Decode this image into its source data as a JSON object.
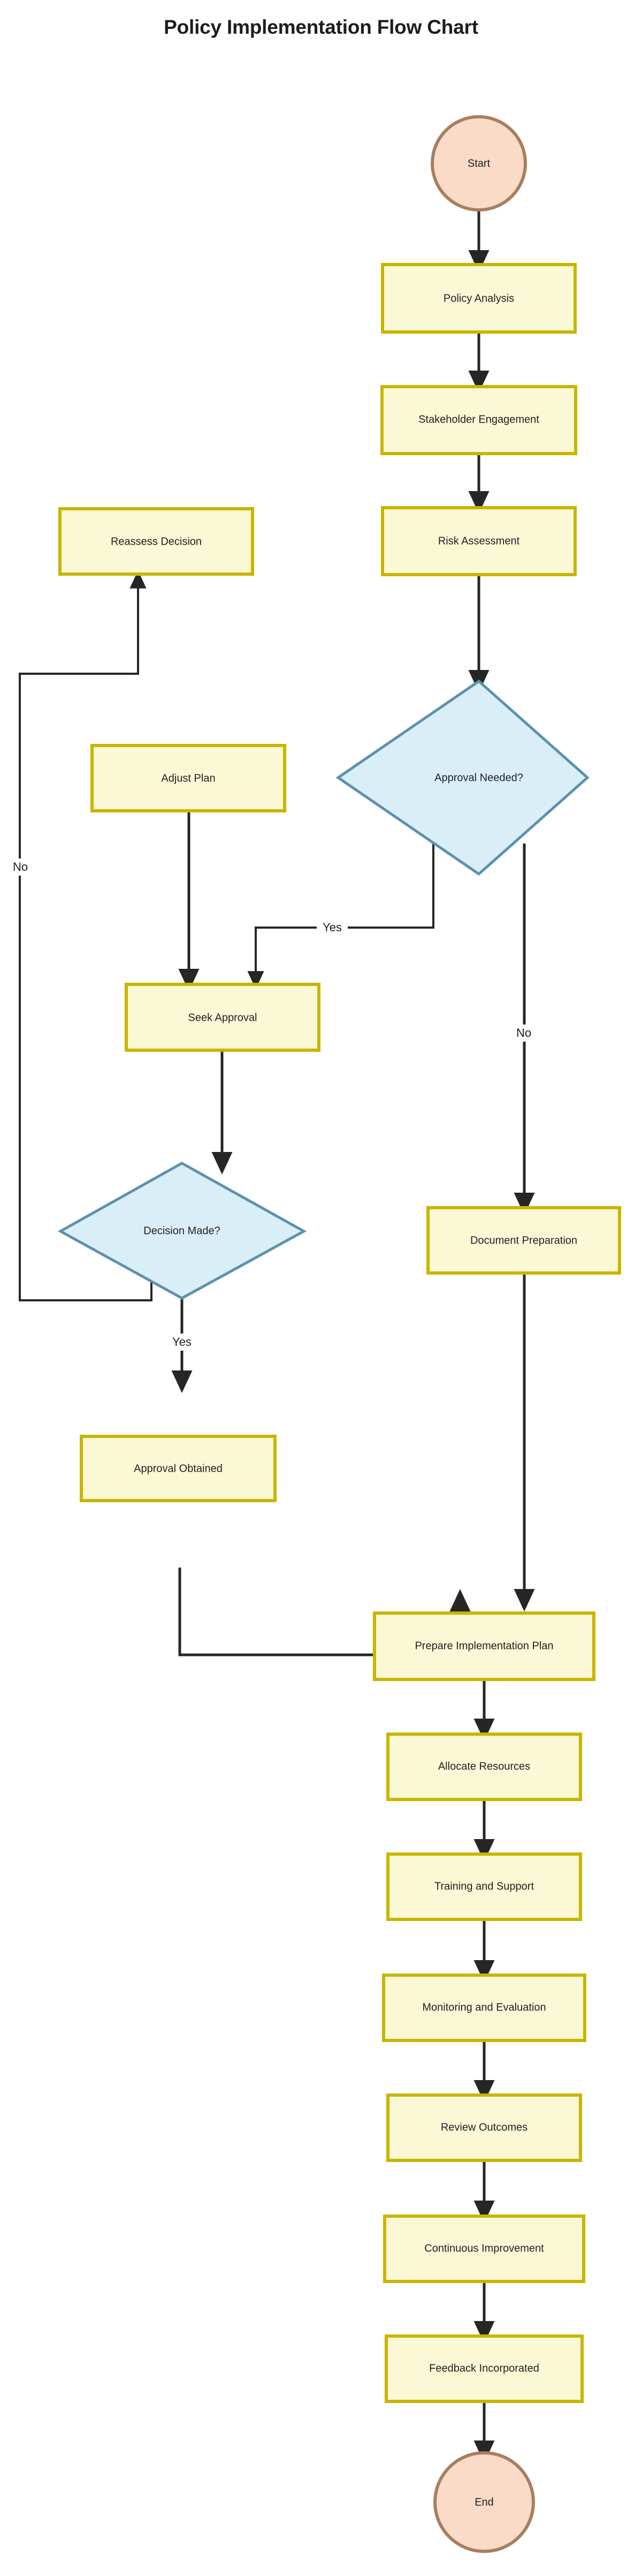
{
  "title": "Policy Implementation Flow Chart",
  "colors": {
    "process_fill": "#faf8d5",
    "process_stroke": "#c9b500",
    "decision_fill": "#daeef7",
    "decision_stroke": "#5c91ad",
    "terminal_fill": "#fadbc8",
    "terminal_stroke": "#a77f5f",
    "edge": "#262626",
    "text": "#1f1f1f",
    "background": "#ffffff"
  },
  "chart_data": {
    "type": "diagram",
    "diagram_kind": "flowchart",
    "orientation": "top-to-bottom",
    "title": "Policy Implementation Flow Chart",
    "nodes": [
      {
        "id": "start",
        "label": "Start",
        "shape": "circle"
      },
      {
        "id": "policy_analysis",
        "label": "Policy Analysis",
        "shape": "rectangle"
      },
      {
        "id": "stakeholder_engagement",
        "label": "Stakeholder Engagement",
        "shape": "rectangle"
      },
      {
        "id": "risk_assessment",
        "label": "Risk Assessment",
        "shape": "rectangle"
      },
      {
        "id": "approval_needed",
        "label": "Approval Needed?",
        "shape": "diamond"
      },
      {
        "id": "seek_approval",
        "label": "Seek Approval",
        "shape": "rectangle"
      },
      {
        "id": "decision_made",
        "label": "Decision Made?",
        "shape": "diamond"
      },
      {
        "id": "approval_obtained",
        "label": "Approval Obtained",
        "shape": "rectangle"
      },
      {
        "id": "reassess_decision",
        "label": "Reassess Decision",
        "shape": "rectangle"
      },
      {
        "id": "adjust_plan",
        "label": "Adjust Plan",
        "shape": "rectangle"
      },
      {
        "id": "document_preparation",
        "label": "Document Preparation",
        "shape": "rectangle"
      },
      {
        "id": "prepare_implementation_plan",
        "label": "Prepare Implementation Plan",
        "shape": "rectangle"
      },
      {
        "id": "allocate_resources",
        "label": "Allocate Resources",
        "shape": "rectangle"
      },
      {
        "id": "training_and_support",
        "label": "Training and Support",
        "shape": "rectangle"
      },
      {
        "id": "monitoring_and_evaluation",
        "label": "Monitoring and Evaluation",
        "shape": "rectangle"
      },
      {
        "id": "review_outcomes",
        "label": "Review Outcomes",
        "shape": "rectangle"
      },
      {
        "id": "continuous_improvement",
        "label": "Continuous Improvement",
        "shape": "rectangle"
      },
      {
        "id": "feedback_incorporated",
        "label": "Feedback Incorporated",
        "shape": "rectangle"
      },
      {
        "id": "end",
        "label": "End",
        "shape": "circle"
      }
    ],
    "edges": [
      {
        "from": "start",
        "to": "policy_analysis",
        "label": ""
      },
      {
        "from": "policy_analysis",
        "to": "stakeholder_engagement",
        "label": ""
      },
      {
        "from": "stakeholder_engagement",
        "to": "risk_assessment",
        "label": ""
      },
      {
        "from": "risk_assessment",
        "to": "approval_needed",
        "label": ""
      },
      {
        "from": "approval_needed",
        "to": "seek_approval",
        "label": "Yes"
      },
      {
        "from": "approval_needed",
        "to": "document_preparation",
        "label": "No"
      },
      {
        "from": "seek_approval",
        "to": "decision_made",
        "label": ""
      },
      {
        "from": "decision_made",
        "to": "approval_obtained",
        "label": "Yes"
      },
      {
        "from": "decision_made",
        "to": "reassess_decision",
        "label": "No"
      },
      {
        "from": "reassess_decision",
        "to": "adjust_plan",
        "label": ""
      },
      {
        "from": "adjust_plan",
        "to": "seek_approval",
        "label": ""
      },
      {
        "from": "approval_obtained",
        "to": "prepare_implementation_plan",
        "label": ""
      },
      {
        "from": "document_preparation",
        "to": "prepare_implementation_plan",
        "label": ""
      },
      {
        "from": "prepare_implementation_plan",
        "to": "allocate_resources",
        "label": ""
      },
      {
        "from": "allocate_resources",
        "to": "training_and_support",
        "label": ""
      },
      {
        "from": "training_and_support",
        "to": "monitoring_and_evaluation",
        "label": ""
      },
      {
        "from": "monitoring_and_evaluation",
        "to": "review_outcomes",
        "label": ""
      },
      {
        "from": "review_outcomes",
        "to": "continuous_improvement",
        "label": ""
      },
      {
        "from": "continuous_improvement",
        "to": "feedback_incorporated",
        "label": ""
      },
      {
        "from": "feedback_incorporated",
        "to": "end",
        "label": ""
      }
    ],
    "edge_labels": [
      "Yes",
      "No",
      "Yes",
      "No"
    ]
  },
  "nodes": {
    "start": "Start",
    "policy_analysis": "Policy Analysis",
    "stakeholder_engagement": "Stakeholder Engagement",
    "risk_assessment": "Risk Assessment",
    "approval_needed": "Approval Needed?",
    "reassess_decision": "Reassess Decision",
    "adjust_plan": "Adjust Plan",
    "seek_approval": "Seek Approval",
    "decision_made": "Decision Made?",
    "approval_obtained": "Approval Obtained",
    "document_preparation": "Document Preparation",
    "prepare_implementation_plan": "Prepare Implementation Plan",
    "allocate_resources": "Allocate Resources",
    "training_and_support": "Training and Support",
    "monitoring_and_evaluation": "Monitoring and Evaluation",
    "review_outcomes": "Review Outcomes",
    "continuous_improvement": "Continuous Improvement",
    "feedback_incorporated": "Feedback Incorporated",
    "end": "End"
  },
  "labels": {
    "approval_needed_yes": "Yes",
    "approval_needed_no": "No",
    "decision_made_yes": "Yes",
    "decision_made_no": "No"
  }
}
